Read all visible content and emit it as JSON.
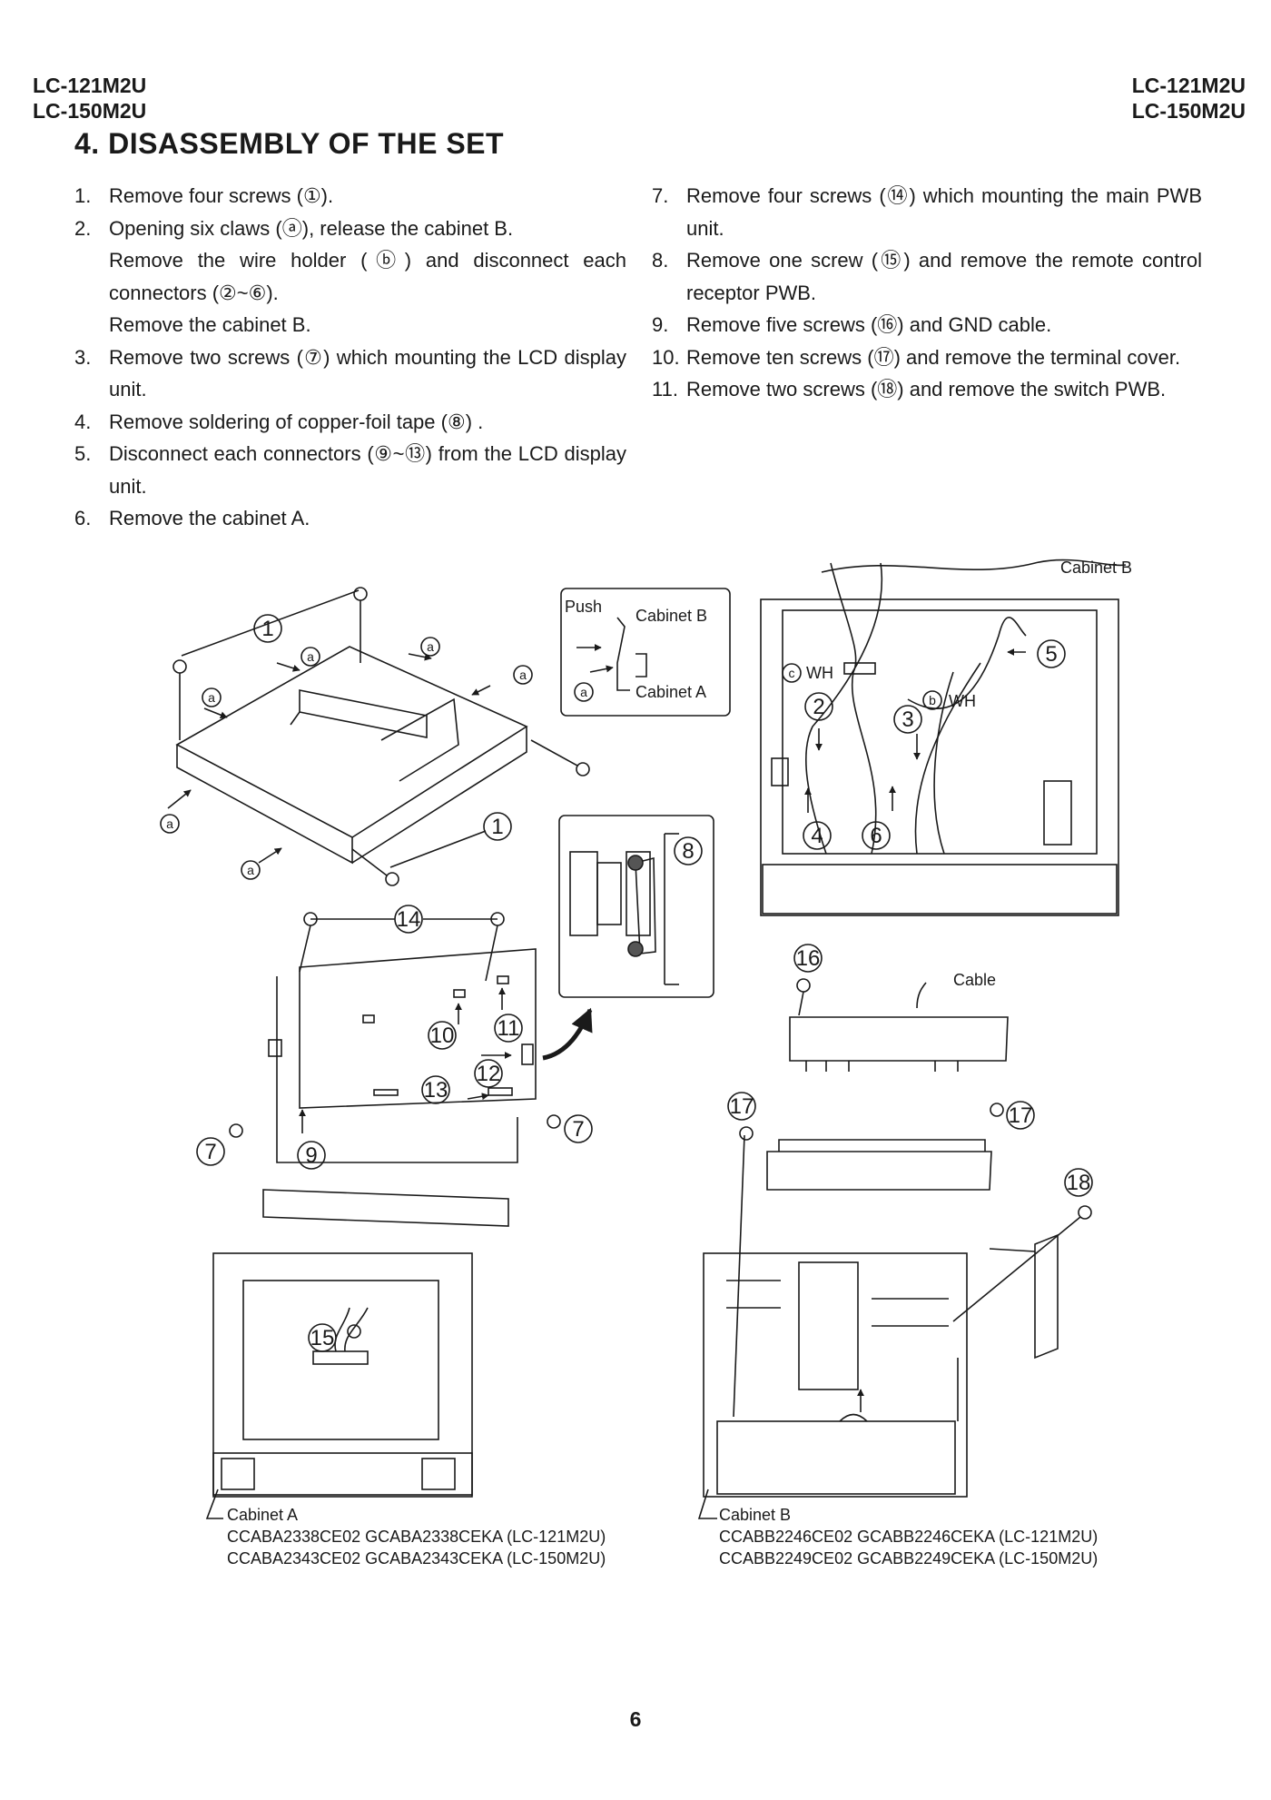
{
  "header": {
    "left_models": [
      "LC-121M2U",
      "LC-150M2U"
    ],
    "right_models": [
      "LC-121M2U",
      "LC-150M2U"
    ]
  },
  "title": "4. DISASSEMBLY OF THE SET",
  "steps_left": [
    {
      "num": "1.",
      "lines": [
        "Remove four screws (①)."
      ]
    },
    {
      "num": "2.",
      "lines": [
        "Opening six claws (ⓐ), release the cabinet B.",
        "Remove the wire holder (ⓑ) and disconnect each connectors (②~⑥).",
        "Remove the cabinet B."
      ]
    },
    {
      "num": "3.",
      "lines": [
        "Remove two screws (⑦) which mounting the LCD display unit."
      ]
    },
    {
      "num": "4.",
      "lines": [
        "Remove soldering of copper-foil tape (⑧) ."
      ]
    },
    {
      "num": "5.",
      "lines": [
        "Disconnect each connectors (⑨~⑬) from the LCD display unit."
      ]
    },
    {
      "num": "6.",
      "lines": [
        "Remove the cabinet A."
      ]
    }
  ],
  "steps_right": [
    {
      "num": "7.",
      "lines": [
        "Remove four screws (⑭) which mounting the main PWB unit."
      ]
    },
    {
      "num": "8.",
      "lines": [
        "Remove one screw (⑮) and remove the remote control receptor PWB."
      ]
    },
    {
      "num": "9.",
      "lines": [
        "Remove five screws (⑯) and GND cable."
      ]
    },
    {
      "num": "10.",
      "lines": [
        "Remove ten screws (⑰) and remove the terminal cover."
      ]
    },
    {
      "num": "11.",
      "lines": [
        "Remove two screws (⑱) and remove the switch PWB."
      ]
    }
  ],
  "figure": {
    "push": "Push",
    "cabinet_b": "Cabinet B",
    "cabinet_a": "Cabinet A",
    "wh": "WH",
    "cable": "Cable",
    "letter_a": "a",
    "letter_b": "b",
    "letter_c": "c",
    "n1": "1",
    "n2": "2",
    "n3": "3",
    "n4": "4",
    "n5": "5",
    "n6": "6",
    "n7": "7",
    "n8": "8",
    "n9": "9",
    "n10": "10",
    "n11": "11",
    "n12": "12",
    "n13": "13",
    "n14": "14",
    "n15": "15",
    "n16": "16",
    "n17": "17",
    "n18": "18"
  },
  "captions": {
    "cabinet_a": {
      "label": "Cabinet A",
      "lines": [
        "CCABA2338CE02 GCABA2338CEKA   (LC-121M2U)",
        "CCABA2343CE02 GCABA2343CEKA   (LC-150M2U)"
      ]
    },
    "cabinet_b": {
      "label": "Cabinet B",
      "lines": [
        "CCABB2246CE02 GCABB2246CEKA (LC-121M2U)",
        "CCABB2249CE02 GCABB2249CEKA (LC-150M2U)"
      ]
    }
  },
  "page_number": "6"
}
